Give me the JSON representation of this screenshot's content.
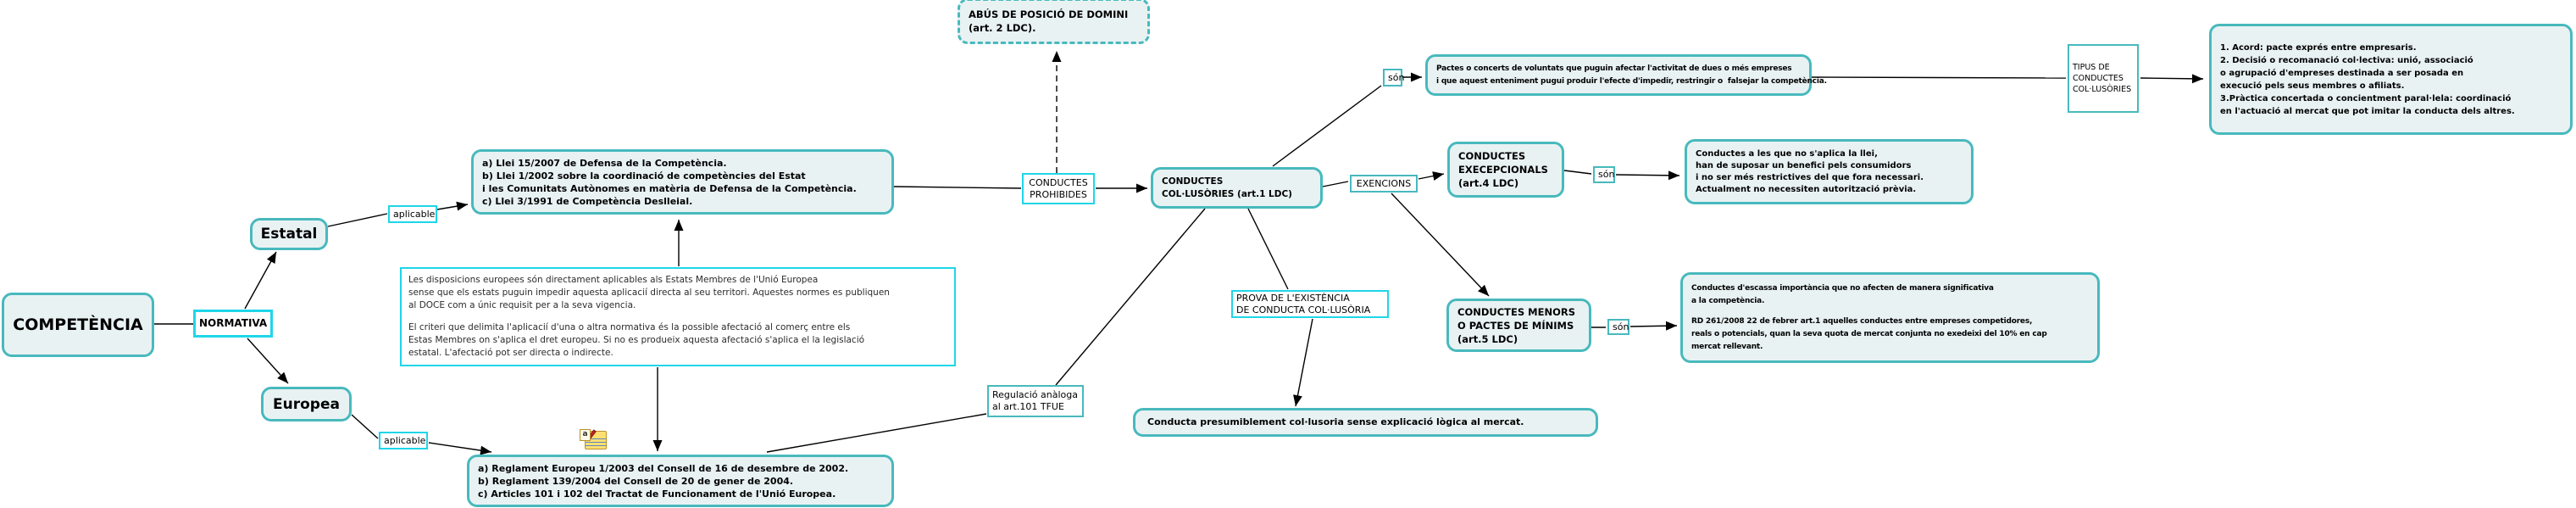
{
  "colors": {
    "teal_border": "#48b9bd",
    "cyan_border": "#1fd6e8",
    "node_fill": "#e9f2f3",
    "background": "#ffffff",
    "text": "#000000"
  },
  "nodes": {
    "competencia": {
      "text": "COMPETÈNCIA"
    },
    "estatal": {
      "text": "Estatal"
    },
    "europea": {
      "text": "Europea"
    },
    "abus": {
      "lines": [
        "ABÚS DE POSICIÓ DE DOMINI",
        "(art. 2 LDC)."
      ]
    },
    "estatal_laws": {
      "lines": [
        "a) Llei 15/2007 de Defensa de la Competència.",
        "b) Llei 1/2002 sobre la coordinació de competències del Estat",
        "i les Comunitats Autònomes en matèria de Defensa de la Competència.",
        "c) Llei 3/1991 de Competència Deslleial."
      ]
    },
    "europea_laws": {
      "lines": [
        "a) Reglament Europeu 1/2003 del Consell de 16 de desembre de 2002.",
        "b) Reglament 139/2004 del Consell de 20 de gener de 2004.",
        "c) Articles 101 i 102 del Tractat de Funcionament de l'Unió Europea."
      ]
    },
    "colusories": {
      "lines": [
        "CONDUCTES",
        "COL·LUSÒRIES (art.1 LDC)"
      ]
    },
    "pactes": {
      "lines": [
        "Pactes o concerts de voluntats que puguin afectar l'activitat de dues o més empreses",
        "i que aquest enteniment pugui produir l'efecte d'impedir, restringir o  falsejar la competència."
      ]
    },
    "tipus_llista": {
      "lines": [
        "1. Acord: pacte exprés entre empresaris.",
        "2. Decisió o recomanació col·lectiva: unió, associació",
        "o agrupació d'empreses destinada a ser posada en",
        "execució pels seus membres o afiliats.",
        "3.Pràctica concertada o concientment paral·lela: coordinació",
        "en l'actuació al mercat que pot imitar la conducta dels altres."
      ]
    },
    "execepcionals": {
      "lines": [
        "CONDUCTES",
        "EXECEPCIONALS",
        "(art.4 LDC)"
      ]
    },
    "exempcio_desc": {
      "lines": [
        "Conductes a les que no s'aplica la llei,",
        "han de suposar un benefici pels consumidors",
        "i no ser més restrictives del que fora necessari.",
        "Actualment no necessiten autorització prèvia."
      ]
    },
    "menors": {
      "lines": [
        "CONDUCTES MENORS",
        "O PACTES DE MÍNIMS",
        "(art.5 LDC)"
      ]
    },
    "escassa": {
      "lines": [
        "Conductes d'escassa importància que no afecten de manera significativa",
        "a la competència.",
        "",
        "RD 261/2008 22 de febrer art.1 aquelles conductes entre empreses competidores,",
        "reals o potencials, quan la seva quota de mercat conjunta no exedeixi del 10% en cap",
        "mercat rellevant."
      ]
    },
    "presumible": {
      "text": "Conducta presumiblement col·lusoria sense explicació lògica al mercat."
    }
  },
  "notes": {
    "europea_note": {
      "lines": [
        "Les disposicions europees són directament aplicables als Estats Membres de l'Unió Europea",
        "sense que els estats puguin impedir aquesta aplicacií directa al seu territori. Aquestes normes es publiquen",
        "al DOCE com a únic requisit per a la seva vigencia.",
        "",
        "El criteri que delimita l'aplicacií d'una o altra normativa és la possible afectació al comerç entre els",
        "Estas Membres on s'aplica el dret europeu. Si no es produeix aquesta afectació s'aplica el la legislació",
        "estatal. L'afectació pot ser directa o indirecte."
      ]
    }
  },
  "labels": {
    "normativa": "NORMATIVA",
    "aplicable_estatal": "aplicable",
    "aplicable_europea": "aplicable",
    "prohibides": {
      "lines": [
        "CONDUCTES",
        "PROHIBIDES"
      ]
    },
    "son_1": "són",
    "son_2": "són",
    "son_3": "són",
    "exencions": "EXENCIONS",
    "tipus": {
      "lines": [
        "TIPUS DE",
        "CONDUCTES",
        "COL·LUSÒRIES"
      ]
    },
    "prova": {
      "lines": [
        "PROVA DE L'EXISTÈNCIA",
        "DE CONDUCTA COL·LUSÒRIA"
      ]
    },
    "regulacio": {
      "lines": [
        "Regulació anàloga",
        "al art.101 TFUE"
      ]
    }
  },
  "icon": {
    "note_letter": "a"
  }
}
